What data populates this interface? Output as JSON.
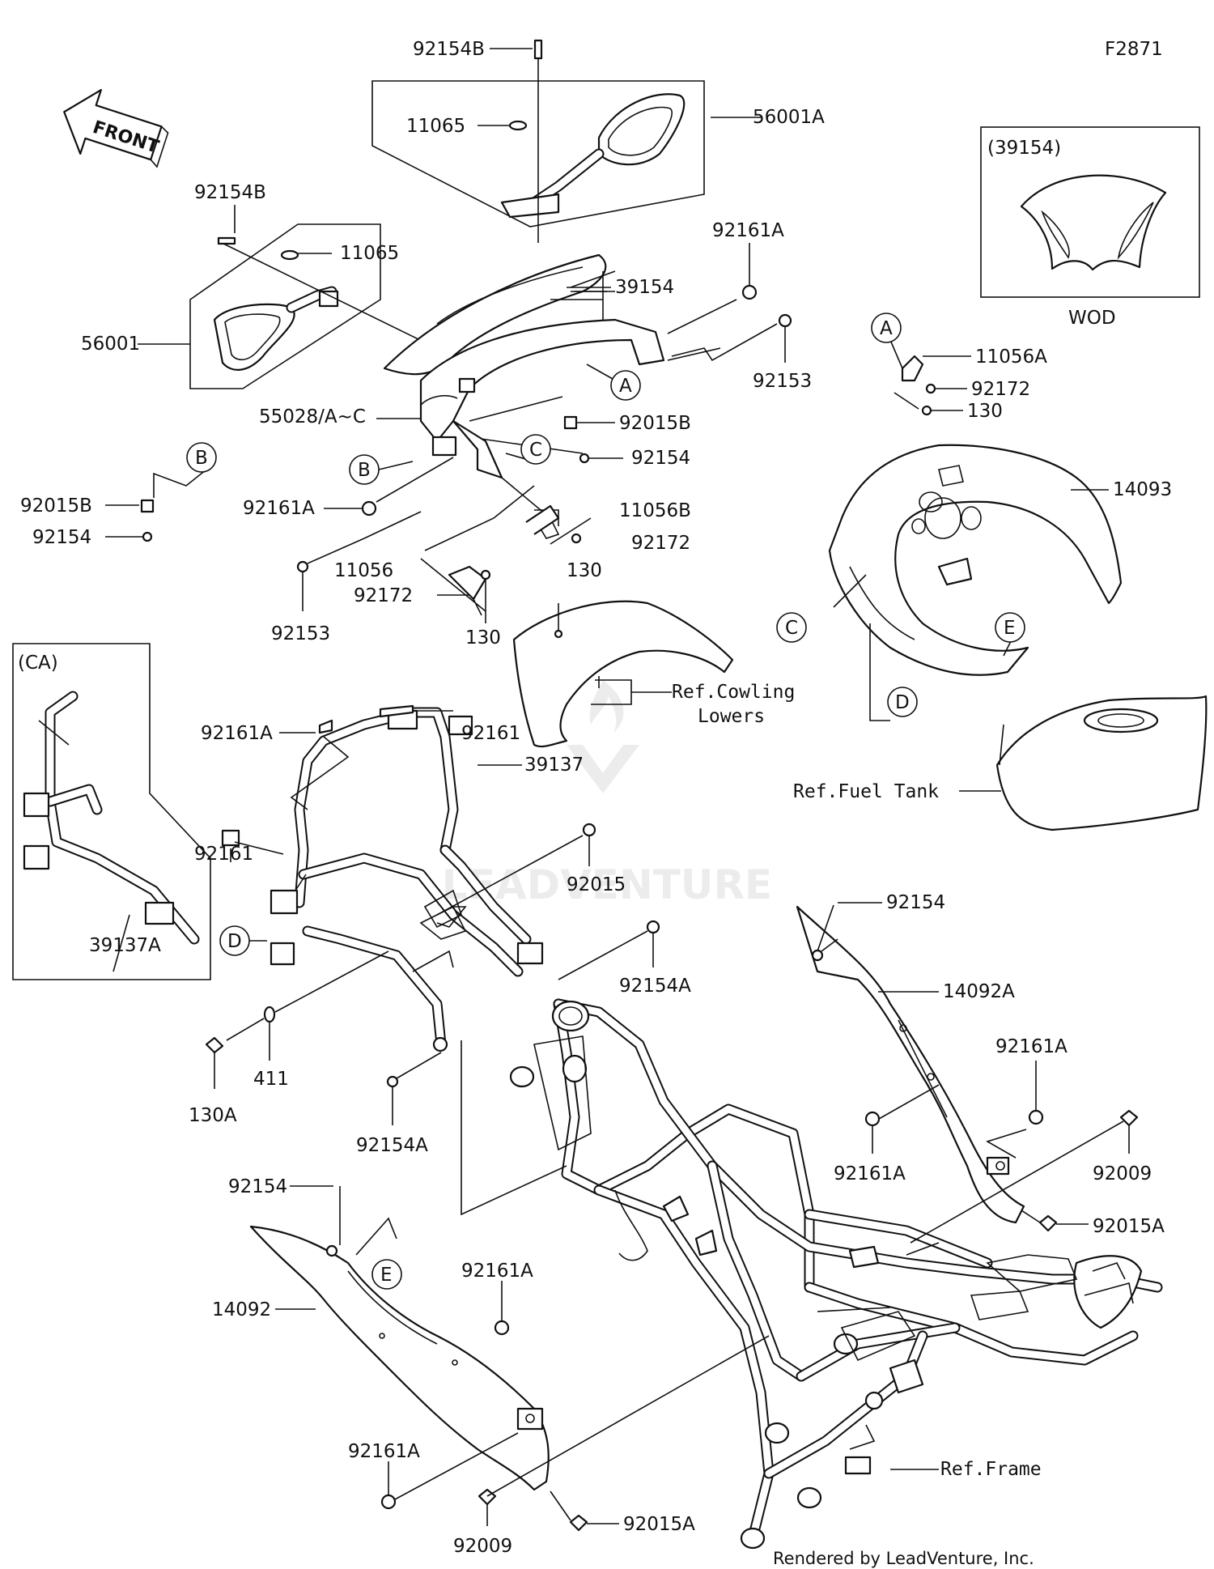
{
  "figure_code": "F2871",
  "front_label": "FRONT",
  "credit": "Rendered by LeadVenture, Inc.",
  "watermark": "LEADVENTURE",
  "boxes": {
    "variant_code": "(39154)",
    "variant_label": "WOD",
    "ca_label": "(CA)"
  },
  "callouts": [
    "A",
    "B",
    "C",
    "D",
    "E"
  ],
  "parts": [
    "92154B",
    "11065",
    "56001A",
    "92154B",
    "11065",
    "56001",
    "39154",
    "92161A",
    "92153",
    "55028/A~C",
    "92015B",
    "92154",
    "92015B",
    "92154",
    "92161A",
    "11056B",
    "92172",
    "11056",
    "130",
    "92172",
    "92153",
    "130",
    "11056A",
    "92172",
    "130",
    "14093",
    "92161A",
    "92161",
    "39137",
    "92161",
    "92015",
    "92154A",
    "39137A",
    "130A",
    "411",
    "92154A",
    "92154",
    "14092A",
    "92161A",
    "92161A",
    "92009",
    "92015A",
    "92154",
    "14092",
    "92161A",
    "92161A",
    "92009",
    "92015A"
  ],
  "references": {
    "cowling_lowers_line1": "Ref.Cowling",
    "cowling_lowers_line2": "Lowers",
    "fuel_tank": "Ref.Fuel Tank",
    "frame": "Ref.Frame"
  }
}
